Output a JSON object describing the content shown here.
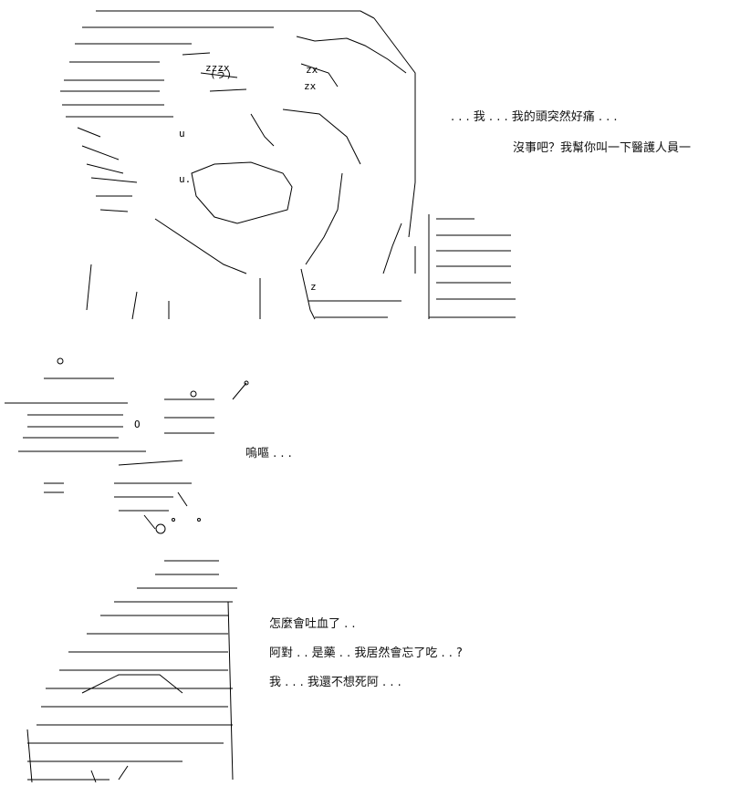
{
  "panels": [
    {
      "dialogue": [
        ". . . 我 . . . 我的頭突然好痛 . . .",
        "沒事吧？我幫你叫一下醫護人員一"
      ]
    },
    {
      "dialogue": [
        "嗚嘔 . . ."
      ]
    },
    {
      "dialogue": [
        "怎麼會吐血了 . .",
        "阿對 . . 是藥 . . 我居然會忘了吃 . . ?",
        "我 . . . 我還不想死阿 . . ."
      ]
    }
  ]
}
